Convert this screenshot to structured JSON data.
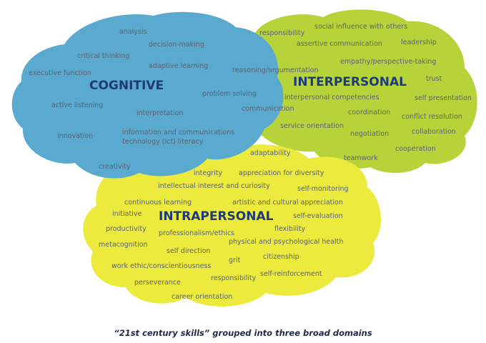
{
  "diagram": {
    "caption": "“21st century skills” grouped into three broad domains",
    "domains": [
      {
        "id": "cognitive",
        "label": "COGNITIVE",
        "color": "#5aa9cf"
      },
      {
        "id": "interpersonal",
        "label": "INTERPERSONAL",
        "color": "#b6d43a"
      },
      {
        "id": "intrapersonal",
        "label": "INTRAPERSONAL",
        "color": "#ecea3c"
      }
    ],
    "cognitive_terms": [
      "analysis",
      "decision-making",
      "critical thinking",
      "adaptive learning",
      "executive function",
      "reasoning/argumentation",
      "problem solving",
      "active listening",
      "interpretation",
      "communication",
      "information and communications",
      "technology (ict) literacy",
      "innovation",
      "creativity"
    ],
    "interpersonal_terms": [
      "social influence with others",
      "responsibility",
      "assertive communication",
      "leadership",
      "empathy/perspective-taking",
      "trust",
      "interpersonal competencies",
      "self presentation",
      "coordination",
      "conflict resolution",
      "service orientation",
      "collaboration",
      "negotiation",
      "cooperation",
      "teamwork"
    ],
    "intrapersonal_terms": [
      "adaptability",
      "integrity",
      "appreciation for diversity",
      "intellectual interest and curiosity",
      "self-monitoring",
      "continuous learning",
      "artistic and cultural appreciation",
      "initiative",
      "self-evaluation",
      "productivity",
      "professionalism/ethics",
      "flexibility",
      "metacognition",
      "physical and psychological health",
      "self direction",
      "work ethic/conscientiousness",
      "grit",
      "citizenship",
      "perseverance",
      "responsibility",
      "self-reinforcement",
      "career orientation"
    ]
  }
}
